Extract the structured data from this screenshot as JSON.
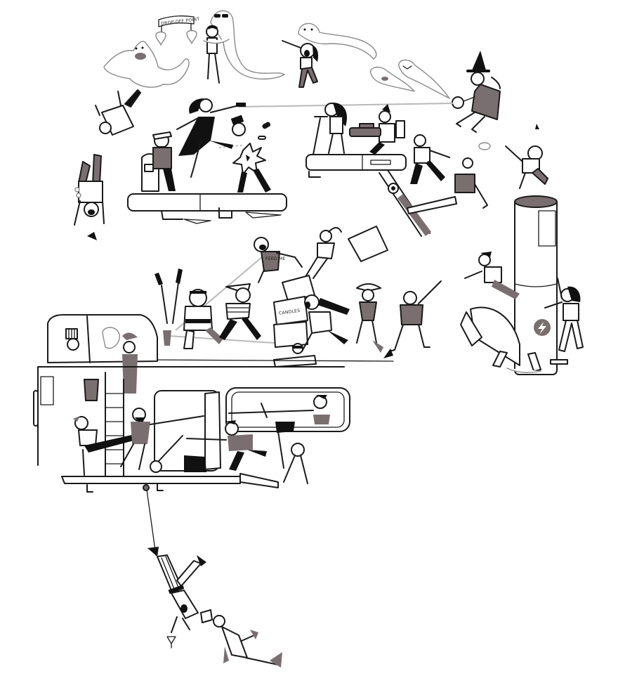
{
  "illustration": {
    "style": "black-and-white cartoon line art with grey accents",
    "colors": {
      "ink": "#1a1a1a",
      "accent_grey": "#7a6f70",
      "ghost_outline": "#8a8a8a",
      "beam": "#b9b9b9",
      "background": "#ffffff"
    },
    "signs": {
      "drop_off_banner": "DROP-OFF POINT",
      "shirt_text": "FEED ME",
      "box_label": "CANDLES"
    },
    "icons": {
      "cannon_emblem": "lightning-bolt"
    },
    "scenes": [
      {
        "id": "ghosts",
        "description": "Friendly ghosts carrying people toward a drop-off point"
      },
      {
        "id": "hover-platform-left",
        "description": "Captain pilots a hover platform while a woman in a black dress fires a ray gun"
      },
      {
        "id": "hover-platform-right",
        "description": "Scooter rider and a gunner with a large blaster on a hover platform"
      },
      {
        "id": "witch",
        "description": "Witch sucking ghosts into a vacuum device"
      },
      {
        "id": "brawl",
        "description": "Crowd brawl with boxes, a wrestler and runners"
      },
      {
        "id": "cannon",
        "description": "Tall cannon with a lightning emblem launching people"
      },
      {
        "id": "vehicle",
        "description": "Vehicle cabin with ladder, sword fight and open door"
      },
      {
        "id": "dangling",
        "description": "Two people dangling from a rope below the vehicle"
      }
    ]
  }
}
